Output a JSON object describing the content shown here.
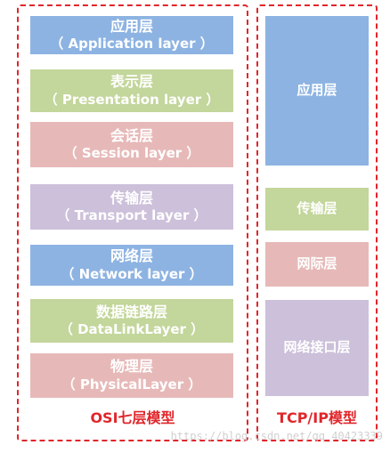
{
  "osi": {
    "layers": [
      {
        "cn": "应用层",
        "en": "（ Application layer ）"
      },
      {
        "cn": "表示层",
        "en": "（ Presentation layer ）"
      },
      {
        "cn": "会话层",
        "en": "（ Session layer ）"
      },
      {
        "cn": "传输层",
        "en": "（ Transport layer ）"
      },
      {
        "cn": "网络层",
        "en": "（ Network layer ）"
      },
      {
        "cn": "数据链路层",
        "en": "（ DataLinkLayer ）"
      },
      {
        "cn": "物理层",
        "en": "（ PhysicalLayer ）"
      }
    ],
    "caption": "OSI七层模型"
  },
  "tcp": {
    "layers": [
      {
        "cn": "应用层"
      },
      {
        "cn": "传输层"
      },
      {
        "cn": "网际层"
      },
      {
        "cn": "网络接口层"
      }
    ],
    "caption": "TCP/IP模型"
  },
  "watermark": "https://blog.csdn.net/qq_40423339",
  "colors": {
    "blue": "#8db3e2",
    "green": "#c3d69b",
    "pink": "#e6b9b8",
    "purple": "#ccc0da",
    "border": "#e0262b"
  }
}
